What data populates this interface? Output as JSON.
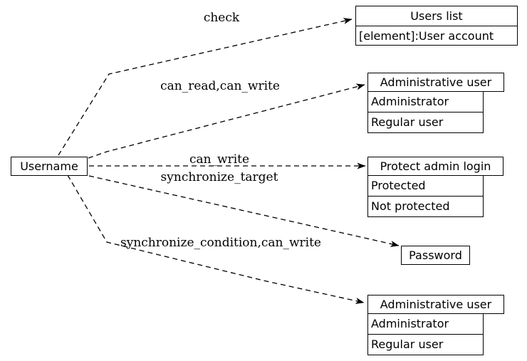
{
  "diagram": {
    "background_color": "#ffffff",
    "line_color": "#000000",
    "text_color": "#000000",
    "source_node": {
      "label": "Username"
    },
    "nodes": [
      {
        "title": "Users list",
        "rows": [
          "[element]:User account"
        ]
      },
      {
        "title": "Administrative user",
        "rows": [
          "Administrator",
          "Regular user"
        ]
      },
      {
        "title": "Protect admin login",
        "rows": [
          "Protected",
          "Not protected"
        ]
      },
      {
        "title": "Password",
        "rows": []
      },
      {
        "title": "Administrative user",
        "rows": [
          "Administrator",
          "Regular user"
        ]
      }
    ],
    "edges": [
      {
        "from": "Username",
        "to": "Users list",
        "label": "check"
      },
      {
        "from": "Username",
        "to": "Administrative user",
        "label": "can_read,can_write"
      },
      {
        "from": "Username",
        "to": "Protect admin login",
        "label": "can_write"
      },
      {
        "from": "Username",
        "to": "Password",
        "label": "synchronize_target"
      },
      {
        "from": "Username",
        "to": "Administrative user",
        "label": "synchronize_condition,can_write"
      }
    ]
  }
}
